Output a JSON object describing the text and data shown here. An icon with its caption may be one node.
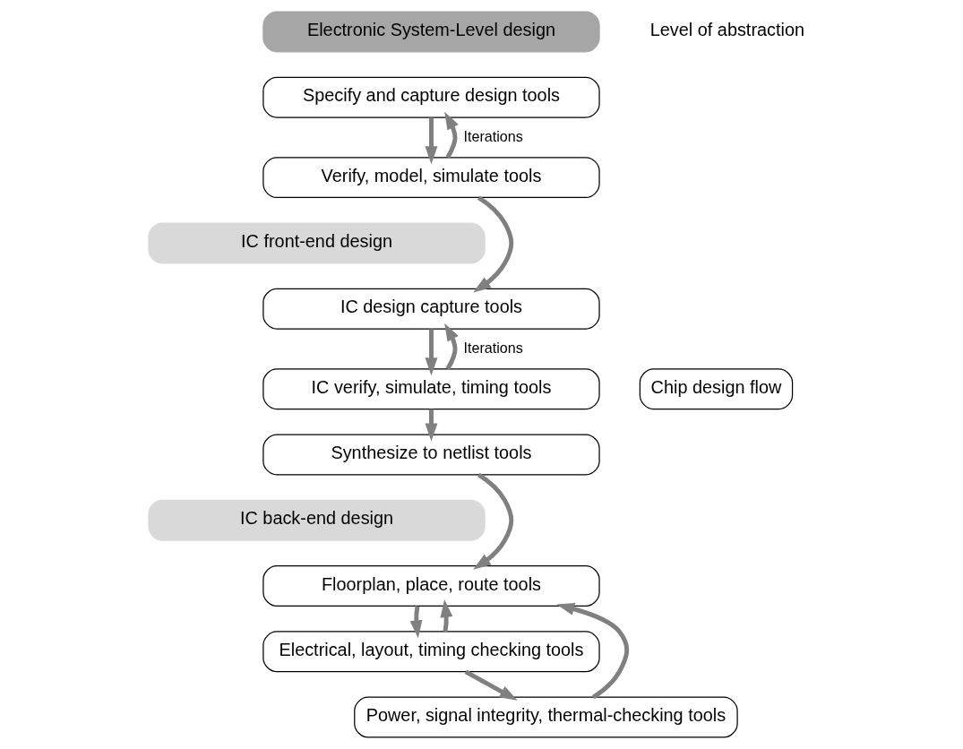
{
  "diagram": {
    "nodes": [
      {
        "text": [
          "Electronic System-Level design"
        ]
      },
      {
        "text": [
          "Specify and capture design tools"
        ]
      },
      {
        "text": [
          "Verify, model, simulate tools"
        ]
      },
      {
        "text": [
          "IC front-end design"
        ]
      },
      {
        "text": [
          "IC design capture tools"
        ]
      },
      {
        "text": [
          "IC verify, simulate, timing tools"
        ]
      },
      {
        "text": [
          "Synthesize to netlist tools"
        ]
      },
      {
        "text": [
          "IC back-end design"
        ]
      },
      {
        "text": [
          "Floorplan, place, route tools"
        ]
      },
      {
        "text": [
          "Electrical, layout, timing checking tools"
        ]
      },
      {
        "text": [
          "Power, signal integrity, thermal-checking tools"
        ]
      },
      {
        "text": [
          "Chip design flow"
        ]
      }
    ],
    "edges": [
      {
        "from": 1,
        "to": 2,
        "arrow": "to"
      },
      {
        "from": 2,
        "to": 1,
        "arrow": "to",
        "label": "Iterations"
      },
      {
        "from": 2,
        "to": 4,
        "arrow": "to"
      },
      {
        "from": 4,
        "to": 5,
        "arrow": "to"
      },
      {
        "from": 5,
        "to": 4,
        "arrow": "to",
        "label": "Iterations"
      },
      {
        "from": 5,
        "to": 6,
        "arrow": "to"
      },
      {
        "from": 6,
        "to": 8,
        "arrow": "to"
      },
      {
        "from": 8,
        "to": 9,
        "arrow": "to"
      },
      {
        "from": 9,
        "to": 8,
        "arrow": "to"
      },
      {
        "from": 9,
        "to": 10,
        "arrow": "to"
      },
      {
        "from": 10,
        "to": 8,
        "arrow": "to"
      }
    ],
    "labels": [
      "Level of abstraction"
    ]
  }
}
